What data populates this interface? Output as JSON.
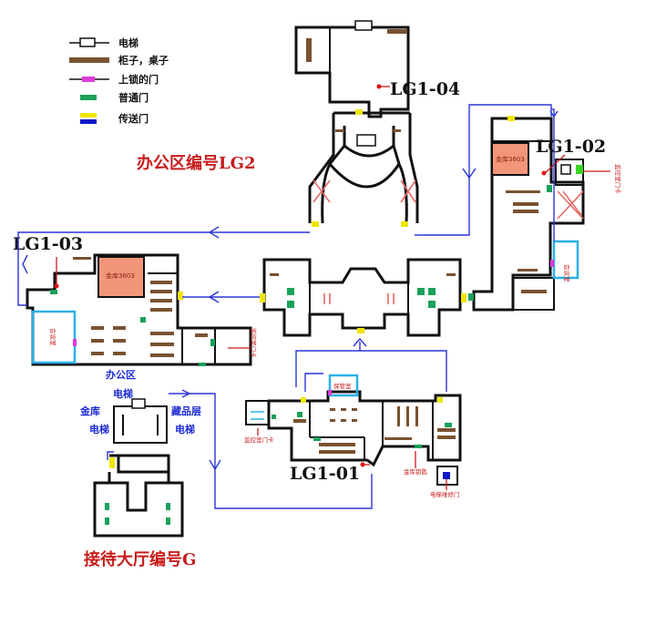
{
  "legend": {
    "items": [
      {
        "label": "电梯",
        "symbol": "elevator-icon"
      },
      {
        "label": "柜子，桌子",
        "symbol": "desk-icon",
        "color": "#7a5230"
      },
      {
        "label": "上锁的门",
        "symbol": "locked-door-icon",
        "color": "#e03ad8"
      },
      {
        "label": "普通门",
        "symbol": "normal-door-icon",
        "color": "#1aa25a"
      },
      {
        "label": "传送门",
        "symbol": "teleport-door-icon",
        "colors": [
          "#f2e600",
          "#0b17c9"
        ]
      }
    ]
  },
  "zones": {
    "lg2": "办公区编号LG2",
    "g": "接待大厅编号G"
  },
  "floors": {
    "lg1_01": "LG1-01",
    "lg1_02": "LG1-02",
    "lg1_03": "LG1-03",
    "lg1_04": "LG1-04"
  },
  "labels": {
    "office": "办公区",
    "elevator_top": "电梯",
    "vault": "金库",
    "elevator_left": "电梯",
    "lounge": "藏品层",
    "elevator_right": "电梯",
    "vault_room_a": "金库3603",
    "vault_room_b": "金库3603"
  },
  "colors": {
    "path": "#2a36d8",
    "zone_red": "#c91b1b",
    "blue_text": "#1d2bd4",
    "room_outline": "#2ab0e6"
  }
}
